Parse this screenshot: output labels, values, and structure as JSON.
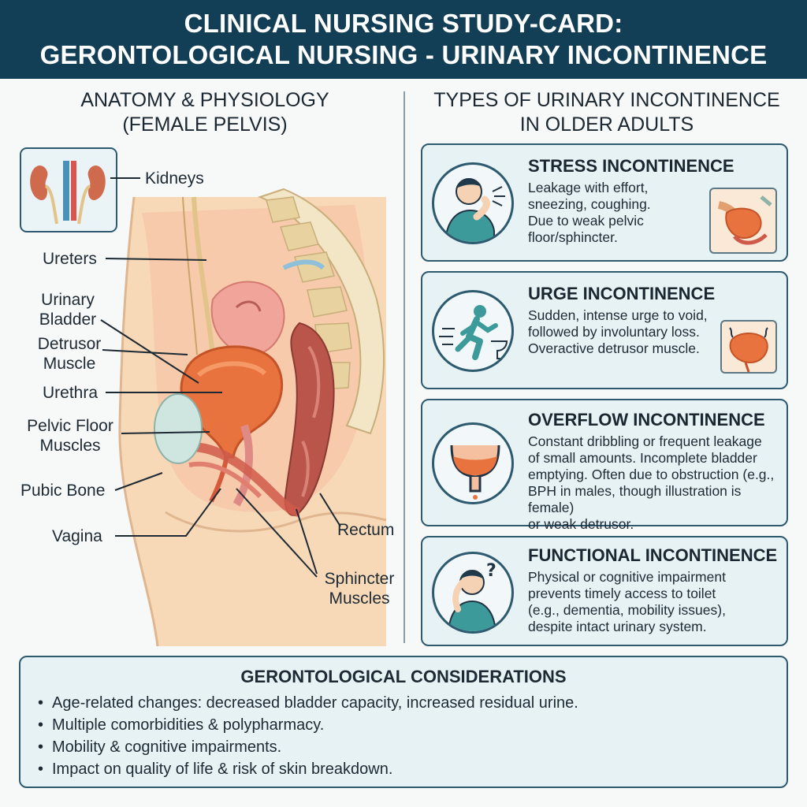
{
  "header": {
    "line1": "CLINICAL NURSING STUDY-CARD:",
    "line2": "GERONTOLOGICAL NURSING - URINARY INCONTINENCE"
  },
  "anatomy": {
    "title_line1": "ANATOMY & PHYSIOLOGY",
    "title_line2": "(FEMALE PELVIS)",
    "labels": {
      "kidneys": "Kidneys",
      "ureters": "Ureters",
      "bladder_line1": "Urinary",
      "bladder_line2": "Bladder",
      "detrusor_line1": "Detrusor",
      "detrusor_line2": "Muscle",
      "urethra": "Urethra",
      "pelvic_line1": "Pelvic Floor",
      "pelvic_line2": "Muscles",
      "pubic": "Pubic Bone",
      "vagina": "Vagina",
      "rectum": "Rectum",
      "sphincter_line1": "Sphincter",
      "sphincter_line2": "Muscles"
    }
  },
  "types": {
    "title_line1": "TYPES OF URINARY INCONTINENCE",
    "title_line2": "IN OLDER ADULTS",
    "cards": [
      {
        "title": "STRESS INCONTINENCE",
        "lines": [
          "Leakage with effort,",
          "sneezing, coughing.",
          "Due to weak pelvic",
          "floor/sphincter."
        ],
        "icon": "coughing-person-icon"
      },
      {
        "title": "URGE INCONTINENCE",
        "lines": [
          "Sudden, intense urge to void,",
          "followed by involuntary loss.",
          "Overactive detrusor muscle."
        ],
        "icon": "running-to-toilet-icon"
      },
      {
        "title": "OVERFLOW INCONTINENCE",
        "lines": [
          "Constant dribbling or frequent leakage",
          "of small amounts. Incomplete bladder",
          "emptying. Often due to obstruction (e.g.,",
          "BPH in males, though illustration is female)",
          "or weak detrusor."
        ],
        "icon": "full-bladder-icon"
      },
      {
        "title": "FUNCTIONAL INCONTINENCE",
        "lines": [
          "Physical or cognitive impairment",
          "prevents timely access to toilet",
          "(e.g., dementia, mobility issues),",
          "despite intact urinary system."
        ],
        "icon": "confused-person-icon"
      }
    ]
  },
  "considerations": {
    "title": "GERONTOLOGICAL CONSIDERATIONS",
    "items": [
      "Age-related changes: decreased bladder capacity, increased residual urine.",
      "Multiple comorbidities & polypharmacy.",
      "Mobility & cognitive impairments.",
      "Impact on quality of life & risk of skin breakdown."
    ]
  },
  "colors": {
    "header_bg": "#123f55",
    "card_bg": "#e7f2f5",
    "card_border": "#2d5a6e",
    "bladder": "#e8733f",
    "skin": "#f7d9b8"
  }
}
